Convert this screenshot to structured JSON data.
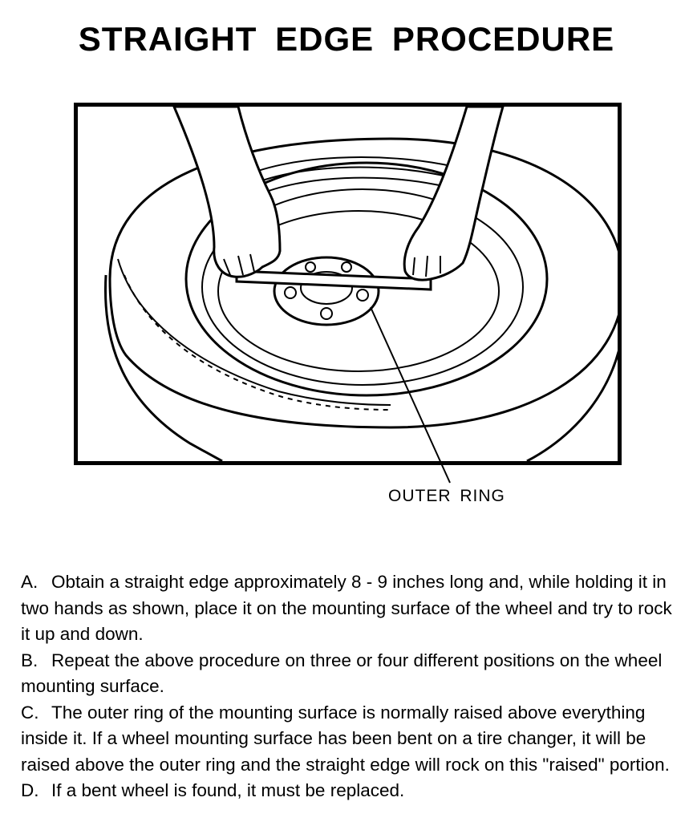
{
  "document": {
    "title": "STRAIGHT EDGE PROCEDURE",
    "figure": {
      "callout_label": "OUTER RING"
    },
    "steps": [
      {
        "letter": "A.",
        "text": "Obtain a straight edge approximately 8 - 9 inches long and, while holding it in two hands as shown, place it on the mounting surface of the wheel and try to rock it up and down."
      },
      {
        "letter": "B.",
        "text": "Repeat the above procedure on three or four different positions on the wheel mounting surface."
      },
      {
        "letter": "C.",
        "text": "The outer ring of the mounting surface is normally raised above everything inside it. If a wheel mounting surface has been bent on a tire changer, it will be raised above the outer ring and the straight edge will rock on this \"raised\" portion."
      },
      {
        "letter": "D.",
        "text": "If a bent wheel is found, it must be replaced."
      }
    ]
  }
}
